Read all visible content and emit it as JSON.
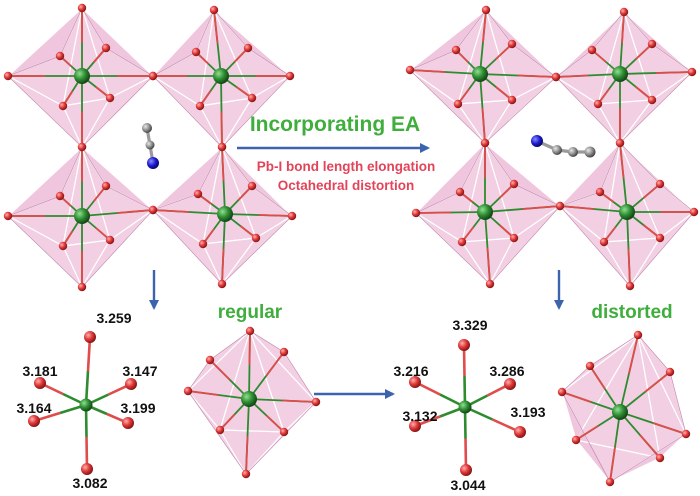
{
  "heading": "Incorporating EA",
  "effects": [
    "Pb-I bond length elongation",
    "Octahedral distortion"
  ],
  "regular_label": "regular",
  "distorted_label": "distorted",
  "regular_bonds": [
    "3.259",
    "3.181",
    "3.147",
    "3.164",
    "3.199",
    "3.082"
  ],
  "distorted_bonds": [
    "3.329",
    "3.216",
    "3.286",
    "3.132",
    "3.193",
    "3.044"
  ],
  "colors": {
    "octahedron_fill": "#efc3dc",
    "octahedron_edge": "#ffffff",
    "pb_atom": "#2f8f34",
    "i_atom": "#e03838",
    "bond_green": "#2e8b2e",
    "bond_red": "#e04b4b",
    "arrow_blue": "#3b64ad",
    "carbon": "#8c8c8c",
    "nitrogen": "#1a1ad0"
  }
}
